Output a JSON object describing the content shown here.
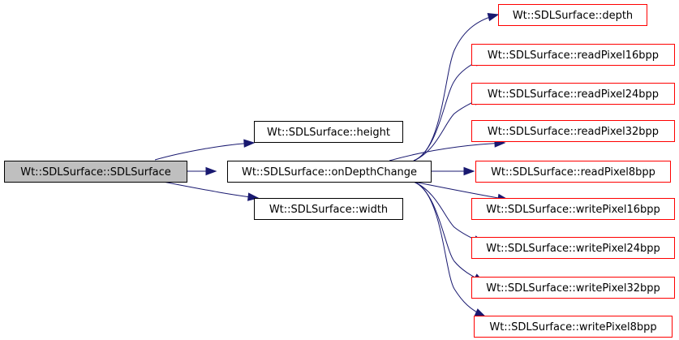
{
  "colors": {
    "edge": "#191970",
    "root_fill": "#bfbfbf",
    "root_border": "#000000",
    "local_border": "#000000",
    "external_border": "#ff0000",
    "node_fill": "#ffffff"
  },
  "nodes": [
    {
      "id": "SDLSurface",
      "label": "Wt::SDLSurface::SDLSurface",
      "kind": "root"
    },
    {
      "id": "height",
      "label": "Wt::SDLSurface::height",
      "kind": "local"
    },
    {
      "id": "onDepthChange",
      "label": "Wt::SDLSurface::onDepthChange",
      "kind": "local"
    },
    {
      "id": "width",
      "label": "Wt::SDLSurface::width",
      "kind": "local"
    },
    {
      "id": "depth",
      "label": "Wt::SDLSurface::depth",
      "kind": "external"
    },
    {
      "id": "readPixel16bpp",
      "label": "Wt::SDLSurface::readPixel16bpp",
      "kind": "external"
    },
    {
      "id": "readPixel24bpp",
      "label": "Wt::SDLSurface::readPixel24bpp",
      "kind": "external"
    },
    {
      "id": "readPixel32bpp",
      "label": "Wt::SDLSurface::readPixel32bpp",
      "kind": "external"
    },
    {
      "id": "readPixel8bpp",
      "label": "Wt::SDLSurface::readPixel8bpp",
      "kind": "external"
    },
    {
      "id": "writePixel16bpp",
      "label": "Wt::SDLSurface::writePixel16bpp",
      "kind": "external"
    },
    {
      "id": "writePixel24bpp",
      "label": "Wt::SDLSurface::writePixel24bpp",
      "kind": "external"
    },
    {
      "id": "writePixel32bpp",
      "label": "Wt::SDLSurface::writePixel32bpp",
      "kind": "external"
    },
    {
      "id": "writePixel8bpp",
      "label": "Wt::SDLSurface::writePixel8bpp",
      "kind": "external"
    }
  ],
  "edges": [
    {
      "from": "SDLSurface",
      "to": "height"
    },
    {
      "from": "SDLSurface",
      "to": "onDepthChange"
    },
    {
      "from": "SDLSurface",
      "to": "width"
    },
    {
      "from": "onDepthChange",
      "to": "depth"
    },
    {
      "from": "onDepthChange",
      "to": "readPixel16bpp"
    },
    {
      "from": "onDepthChange",
      "to": "readPixel24bpp"
    },
    {
      "from": "onDepthChange",
      "to": "readPixel32bpp"
    },
    {
      "from": "onDepthChange",
      "to": "readPixel8bpp"
    },
    {
      "from": "onDepthChange",
      "to": "writePixel16bpp"
    },
    {
      "from": "onDepthChange",
      "to": "writePixel24bpp"
    },
    {
      "from": "onDepthChange",
      "to": "writePixel32bpp"
    },
    {
      "from": "onDepthChange",
      "to": "writePixel8bpp"
    }
  ]
}
